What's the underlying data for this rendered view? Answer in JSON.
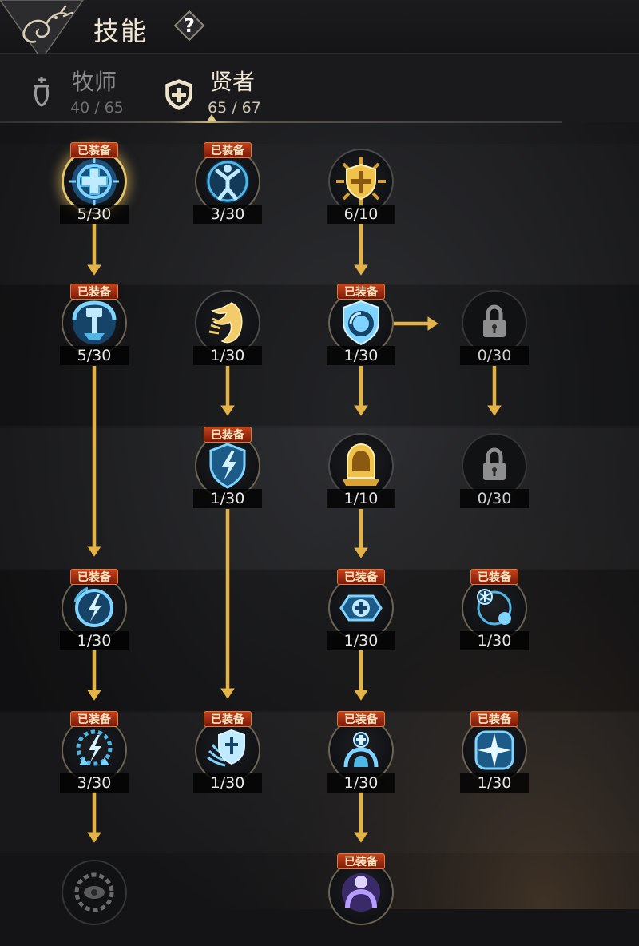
{
  "header": {
    "title": "技能",
    "help_label": "?"
  },
  "classes": [
    {
      "name": "牧师",
      "points": "40 / 65",
      "active": false
    },
    {
      "name": "贤者",
      "points": "65 / 67",
      "active": true
    }
  ],
  "equipped_label": "已装备",
  "colors": {
    "accent": "#e4b347",
    "badge": "#b5361a",
    "skill_blue": "#4fb6e8",
    "text": "#f0e6d2"
  },
  "skill_tree": {
    "nodes": [
      {
        "id": "r1c1",
        "count": "5/30",
        "equipped": true,
        "highlighted": true,
        "icon": "cross-target-icon"
      },
      {
        "id": "r1c2",
        "count": "3/30",
        "equipped": true,
        "icon": "figure-burst-icon"
      },
      {
        "id": "r1c3",
        "count": "6/10",
        "equipped": false,
        "icon": "golden-shield-sun-icon"
      },
      {
        "id": "r2c1",
        "count": "5/30",
        "equipped": true,
        "icon": "hammer-guard-icon"
      },
      {
        "id": "r2c2",
        "count": "1/30",
        "equipped": false,
        "icon": "wing-icon"
      },
      {
        "id": "r2c3",
        "count": "1/30",
        "equipped": true,
        "icon": "ring-shield-icon"
      },
      {
        "id": "r2c4",
        "count": "0/30",
        "equipped": false,
        "locked": true,
        "icon": "lock-icon"
      },
      {
        "id": "r3c2",
        "count": "1/30",
        "equipped": true,
        "icon": "lightning-shield-icon"
      },
      {
        "id": "r3c3",
        "count": "1/10",
        "equipped": false,
        "icon": "golden-helm-icon"
      },
      {
        "id": "r3c4",
        "count": "0/30",
        "equipped": false,
        "locked": true,
        "icon": "lock-icon"
      },
      {
        "id": "r4c1",
        "count": "1/30",
        "equipped": true,
        "icon": "lightning-circle-icon"
      },
      {
        "id": "r4c3",
        "count": "1/30",
        "equipped": true,
        "icon": "cross-badge-icon"
      },
      {
        "id": "r4c4",
        "count": "1/30",
        "equipped": true,
        "icon": "frost-orbit-icon"
      },
      {
        "id": "r5c1",
        "count": "3/30",
        "equipped": true,
        "icon": "storm-gear-icon"
      },
      {
        "id": "r5c2",
        "count": "1/30",
        "equipped": true,
        "icon": "winged-shield-icon"
      },
      {
        "id": "r5c3",
        "count": "1/30",
        "equipped": true,
        "icon": "praying-cross-icon"
      },
      {
        "id": "r5c4",
        "count": "1/30",
        "equipped": true,
        "icon": "star-burst-icon"
      },
      {
        "id": "r6c1",
        "equipped": false,
        "locked": true,
        "icon": "eye-gear-icon"
      },
      {
        "id": "r6c3",
        "equipped": true,
        "icon": "violet-figure-icon"
      }
    ]
  }
}
